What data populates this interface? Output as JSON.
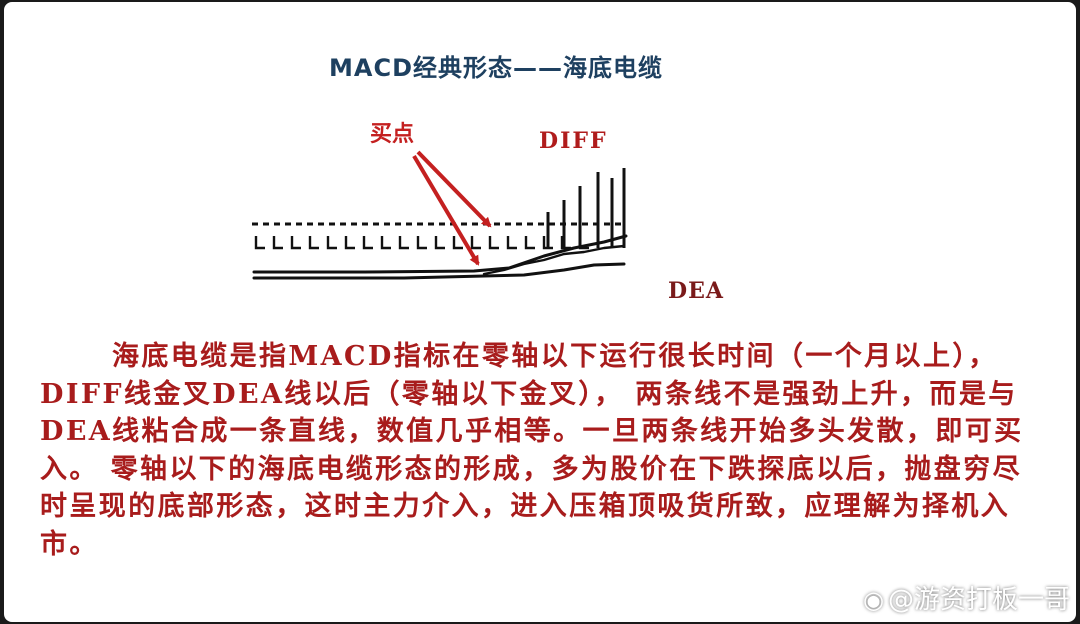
{
  "title": "MACD经典形态——海底电缆",
  "diagram": {
    "buy_label": "买点",
    "diff_label": "DIFF",
    "dea_label": "DEA",
    "colors": {
      "arrow": "#c42020",
      "lines": "#111111"
    }
  },
  "body_text": "海底电缆是指MACD指标在零轴以下运行很长时间（一个月以上），DIFF线金叉DEA线以后（零轴以下金叉）， 两条线不是强劲上升，而是与DEA线粘合成一条直线，数值几乎相等。一旦两条线开始多头发散，即可买入。 零轴以下的海底电缆形态的形成，多为股价在下跌探底以后，抛盘穷尽时呈现的底部形态，这时主力介入，进入压箱顶吸货所致，应理解为择机入市。",
  "watermark": {
    "logo_icon": "weibo-icon",
    "text": "@游资打板一哥"
  }
}
